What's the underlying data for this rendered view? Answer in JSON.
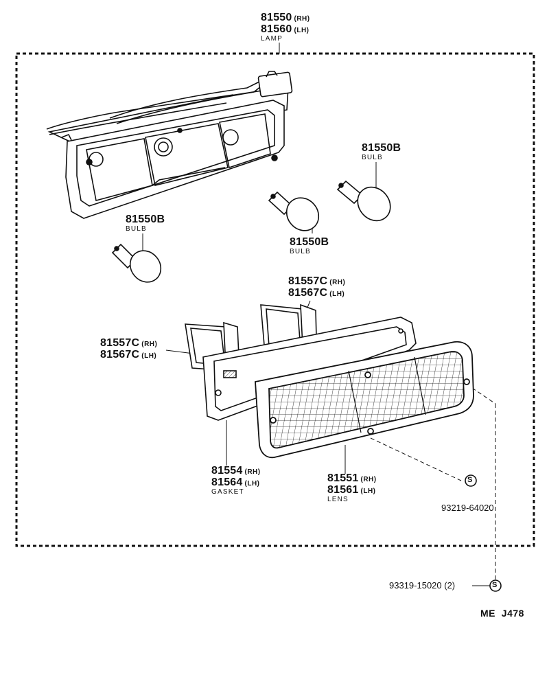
{
  "lamp": {
    "pn_rh": "81550",
    "sfx_rh": "(RH)",
    "pn_lh": "81560",
    "sfx_lh": "(LH)",
    "name": "LAMP"
  },
  "bulb_right": {
    "pn": "81550B",
    "name": "BULB"
  },
  "bulb_left": {
    "pn": "81550B",
    "name": "BULB"
  },
  "bulb_center": {
    "pn": "81550B",
    "name": "BULB"
  },
  "pad_top": {
    "pn_rh": "81557C",
    "sfx_rh": "(RH)",
    "pn_lh": "81567C",
    "sfx_lh": "(LH)"
  },
  "pad_left": {
    "pn_rh": "81557C",
    "sfx_rh": "(RH)",
    "pn_lh": "81567C",
    "sfx_lh": "(LH)"
  },
  "gasket": {
    "pn_rh": "81554",
    "sfx_rh": "(RH)",
    "pn_lh": "81564",
    "sfx_lh": "(LH)",
    "name": "GASKET"
  },
  "lens": {
    "pn_rh": "81551",
    "sfx_rh": "(RH)",
    "pn_lh": "81561",
    "sfx_lh": "(LH)",
    "name": "LENS"
  },
  "screw_1": {
    "pn": "93219-64020",
    "symbol": "S"
  },
  "screw_2": {
    "pn": "93319-15020 (2)",
    "symbol": "S"
  },
  "diagram_code": "ME  J478"
}
